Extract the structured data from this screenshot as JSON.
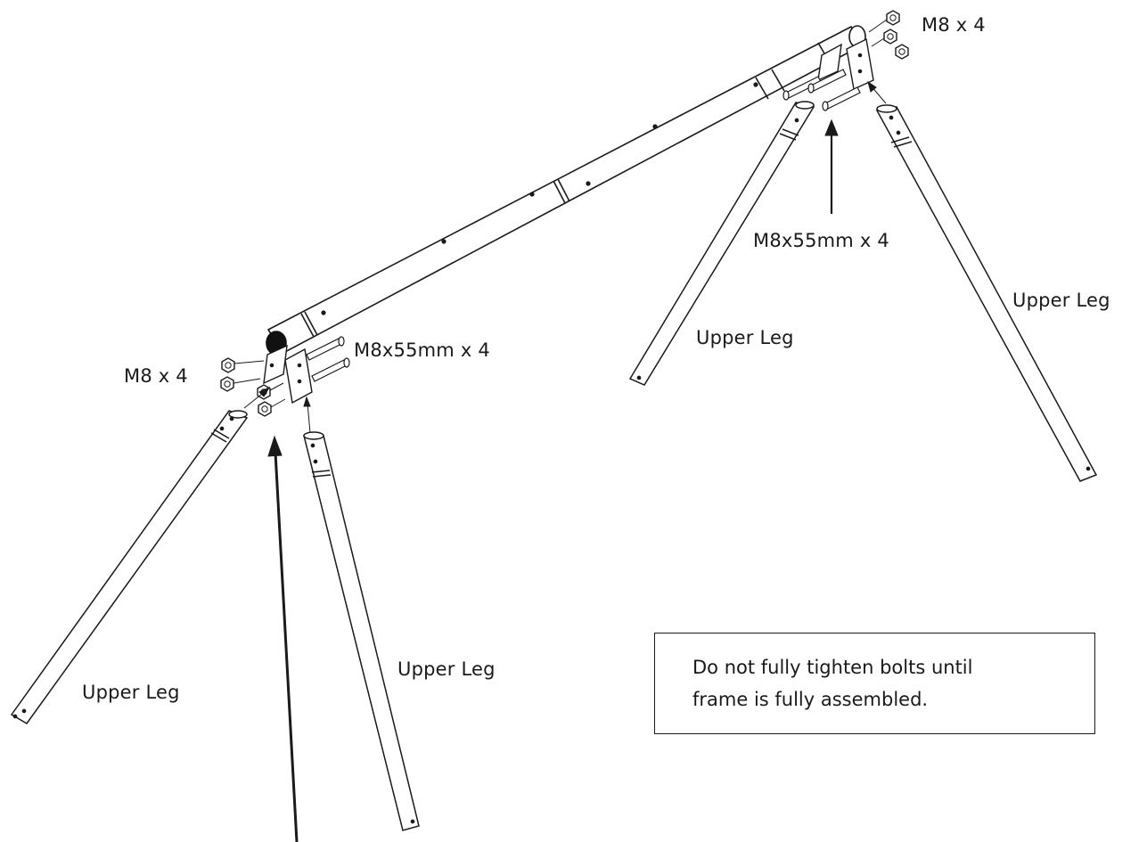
{
  "labels": {
    "nuts_top": "M8 x 4",
    "bolts_top": "M8x55mm x 4",
    "upper_leg_far_right": "Upper Leg",
    "upper_leg_mid_right": "Upper Leg",
    "nuts_left": "M8 x 4",
    "bolts_left": "M8x55mm x 4",
    "upper_leg_far_left": "Upper Leg",
    "upper_leg_mid_left": "Upper Leg"
  },
  "note": {
    "line1": "Do not fully tighten bolts until",
    "line2": "frame is fully assembled."
  },
  "colors": {
    "stroke": "#1a1a1a",
    "fill": "#ffffff",
    "cap": "#111111"
  }
}
